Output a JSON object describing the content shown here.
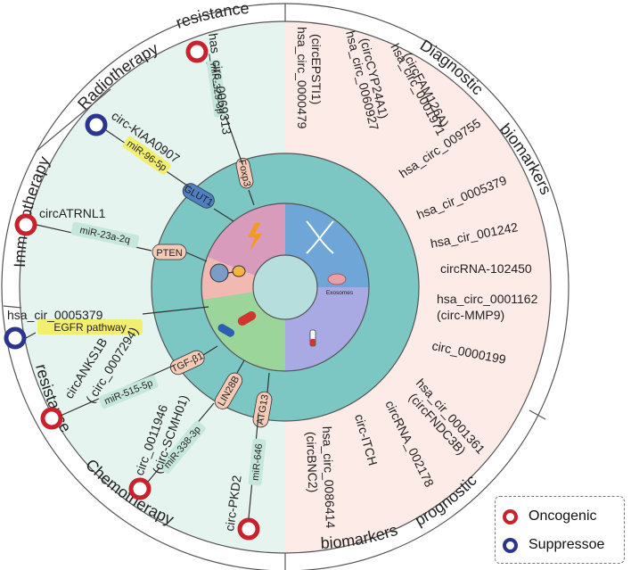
{
  "sections": {
    "radiotherapy": "Radiotherapy",
    "resistance_top": "resistance",
    "immunotherapy": "Immunotherapy",
    "chemotherapy": "Chemotherapy",
    "resistance_bottom": "resistance",
    "diagnostic": "Diagnostic",
    "biomarkers_top": "biomarkers",
    "prognostic": "prognostic",
    "biomarkers_bottom": "biomarkers"
  },
  "center": {
    "exosomes": "Exosomes"
  },
  "mediators": {
    "glut1": "GLUT1",
    "foxp3": "Foxp3",
    "pten": "PTEN",
    "tgfb1": "TGF-β1",
    "lin28b": "LIN28B",
    "atg13": "ATG13"
  },
  "circ": {
    "has_circ_0069313": "has_circ_0069313",
    "mir_325_3p": "miR-325-3p",
    "circ_kiaa0907": "circ-KIAA0907",
    "mir_96_5p": "miR-96-5p",
    "circatrnl1": "circATRNL1",
    "mir_23a_2q": "miR-23a-2q",
    "hsa_cir_0005379_left": "hsa_cir_0005379",
    "egfr_pathway": "EGFR pathway",
    "circanks1b": "circANKS1B",
    "circ_0007294": "( circ_0007294)",
    "mir_515_5p": "miR-515-5p",
    "circ_0011946": "circ_0011946",
    "circ_scmh01": "(circ-SCMH01)",
    "mir_338_3p": "miR-338-3p",
    "circ_pkd2": "circ-PKD2",
    "mir_646": "miR-646"
  },
  "biomarkers": {
    "b1a": "hsa_circ_0000479",
    "b1b": "(circEPSTI1)",
    "b2a": "hsa_circ_0060927",
    "b2b": "(circCYP24A1)",
    "b3a": "hsa_circ_0001971",
    "b3b": "(circFAM126A)",
    "b4": "hsa_circ_009755",
    "b5": "hsa_cir_0005379",
    "b6": "hsa_cir_001242",
    "b7": "circRNA-102450",
    "b8a": "hsa_circ_0001162",
    "b8b": "(circ-MMP9)",
    "b9": "circ_0000199",
    "b10a": "hsa_cir_0001361",
    "b10b": "(circFNDC3B)",
    "b11": "circRNA_002178",
    "b12": "circ-ITCH",
    "b13a": "hsa_circ_0086414",
    "b13b": "(circBNC2)"
  },
  "legend": {
    "oncogenic": "Oncogenic",
    "suppressor": "Suppressoe"
  },
  "colors": {
    "oncogenic": "#c8232c",
    "suppressor": "#2b3590",
    "left_bg": "#e6f4ef",
    "right_bg": "#fcebe7",
    "teal_ring": "#7cc6c3",
    "exosome_blue": "#6fa6d8",
    "pink_sector": "#d99bbb",
    "green_sector": "#9bd59a",
    "salmon_sector": "#f1b9b1",
    "lavender_sector": "#a9a9e3"
  }
}
